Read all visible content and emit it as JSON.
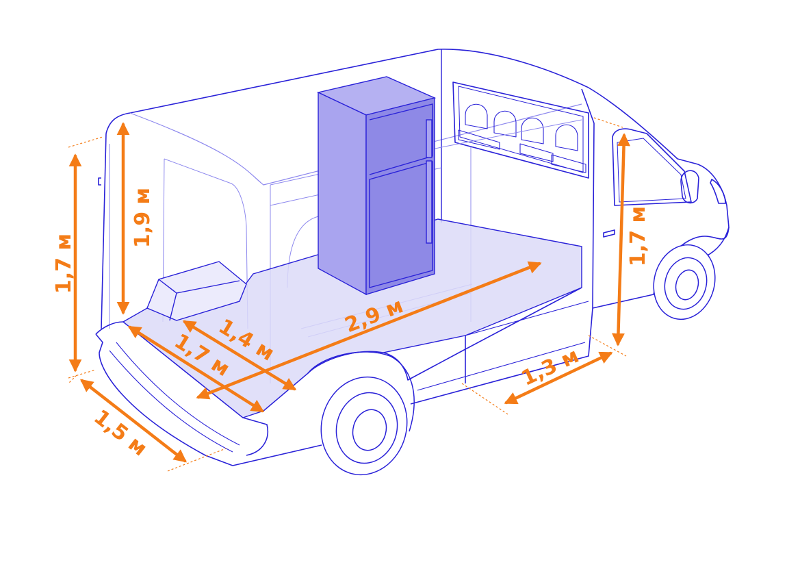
{
  "colors": {
    "outline": "#2a22d8",
    "outline_light": "#8d88ee",
    "floor": "#dcdaf8",
    "fridge": "#a9a4ef",
    "fridge_dark": "#8e89e6",
    "accent": "#f47c17"
  },
  "dimensions": {
    "rear_height": "1,7 м",
    "interior_height": "1,9 м",
    "wheel_width": "1,4 м",
    "floor_width": "1,7 м",
    "floor_length": "2,9 м",
    "rear_width": "1,5 м",
    "door_height": "1,7 м",
    "door_width": "1,3 м"
  }
}
